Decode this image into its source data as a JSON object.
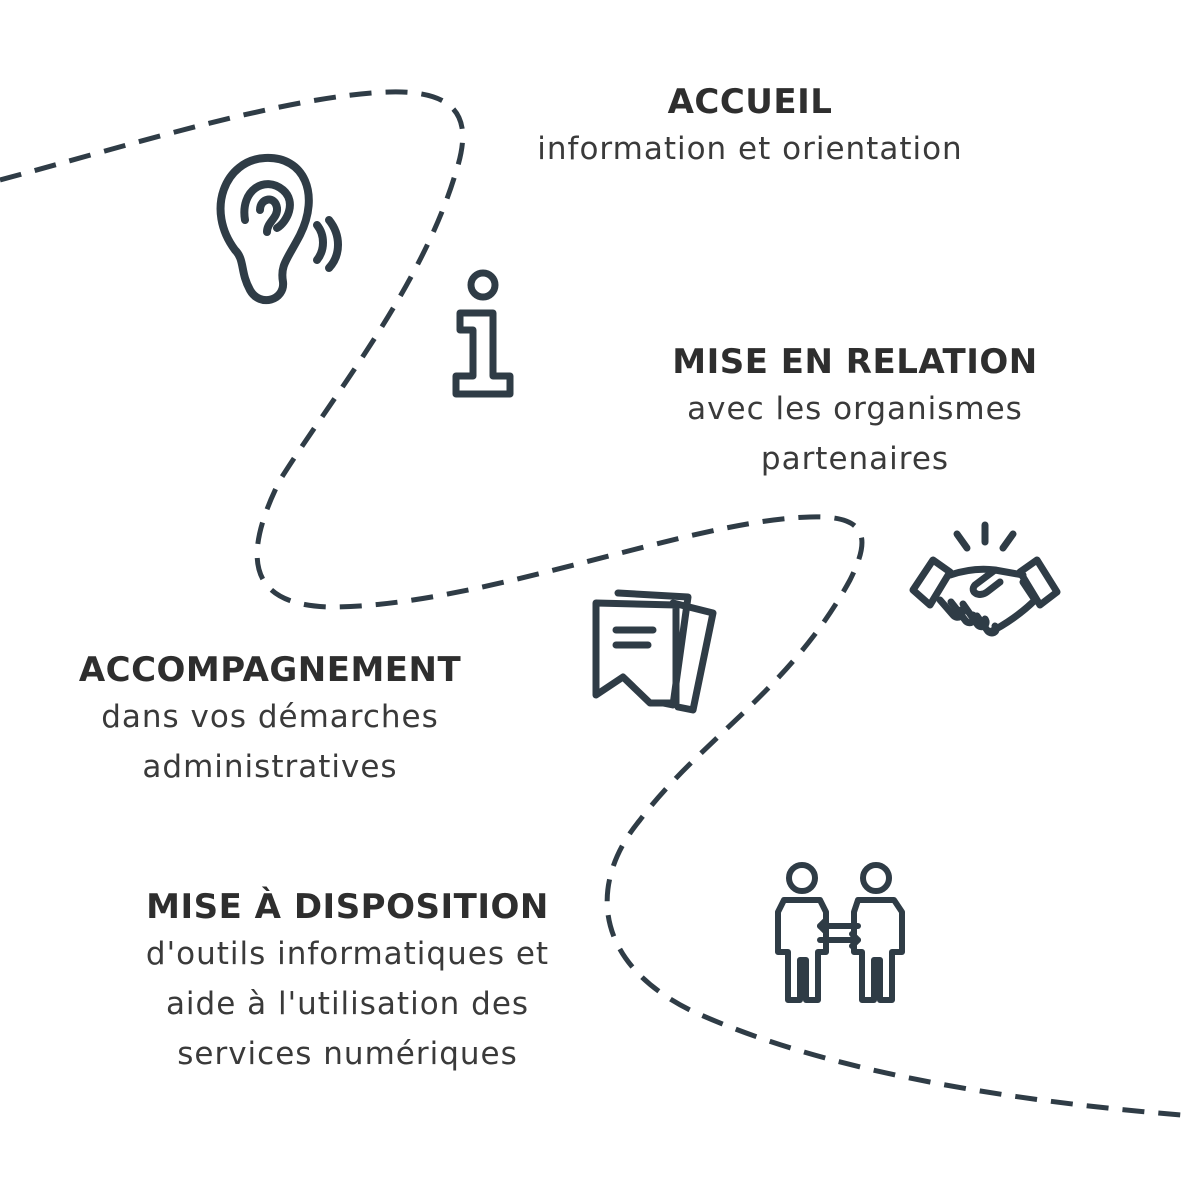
{
  "colors": {
    "path": "#2f3c46",
    "icon": "#2f3c46",
    "title_text": "#2e2e2e",
    "body_text": "#3a3a3a",
    "background": "#ffffff"
  },
  "steps": [
    {
      "title": "ACCUEIL",
      "description": "information et orientation",
      "icon": "ear-icon"
    },
    {
      "title": "MISE EN RELATION",
      "description": "avec les organismes\npartenaires",
      "icon": "handshake-icon"
    },
    {
      "title": "ACCOMPAGNEMENT",
      "description": "dans vos démarches\nadministratives",
      "icon": "documents-icon"
    },
    {
      "title": "MISE À DISPOSITION",
      "description": "d'outils informatiques et\naide à l'utilisation des\nservices numériques",
      "icon": "people-exchange-icon"
    }
  ],
  "extra_icons": [
    "info-icon"
  ]
}
